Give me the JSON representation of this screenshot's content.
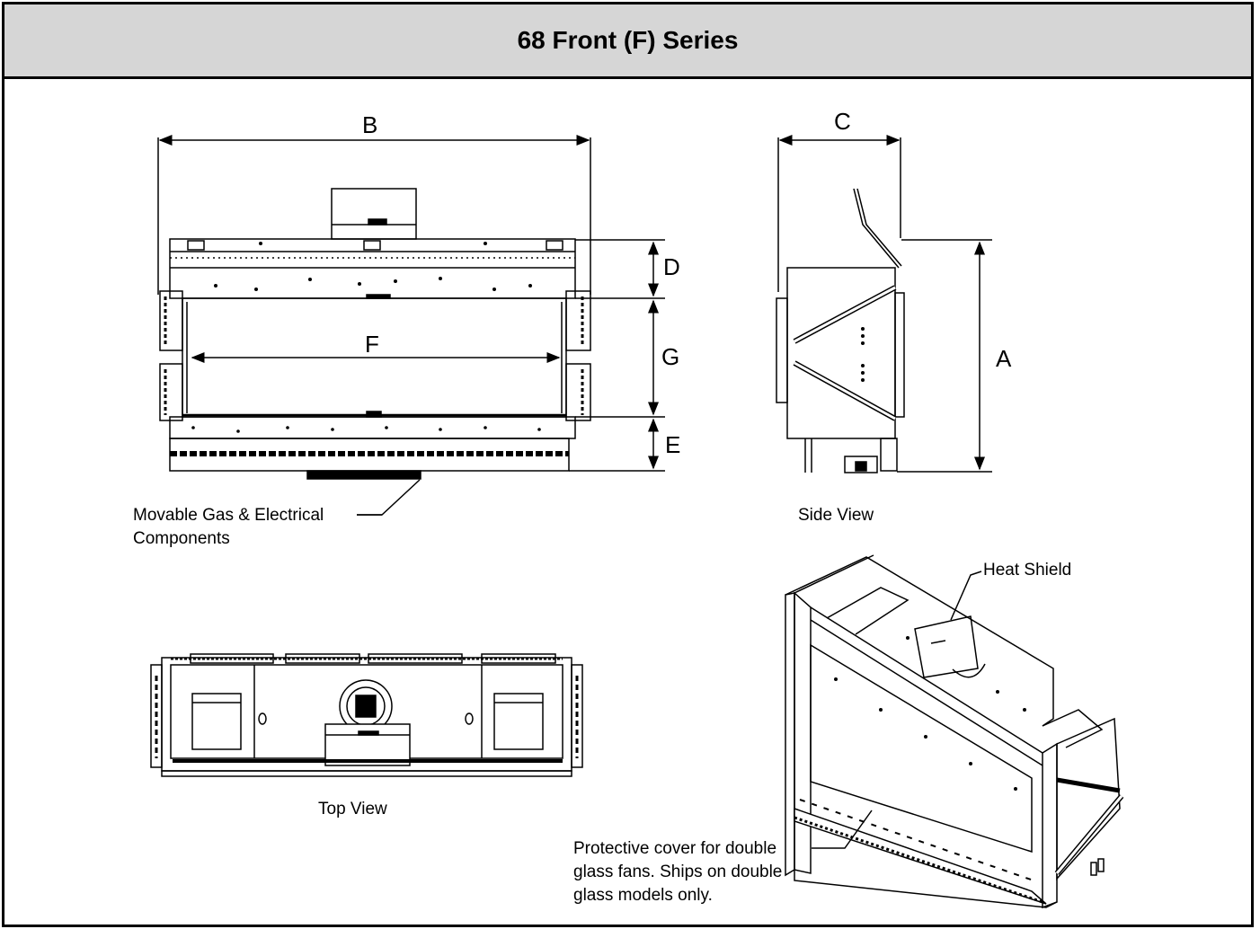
{
  "title": "68 Front (F) Series",
  "dimensions": {
    "A": "A",
    "B": "B",
    "C": "C",
    "D": "D",
    "E": "E",
    "F": "F",
    "G": "G"
  },
  "views": {
    "side": "Side View",
    "top": "Top View"
  },
  "callouts": {
    "gas_line1": "Movable Gas & Electrical",
    "gas_line2": "Components",
    "heat_shield": "Heat Shield",
    "cover_line1": "Protective cover for double",
    "cover_line2": "glass fans. Ships on double",
    "cover_line3": "glass models only."
  },
  "colors": {
    "header_bg": "#d6d6d6",
    "line": "#000000"
  }
}
